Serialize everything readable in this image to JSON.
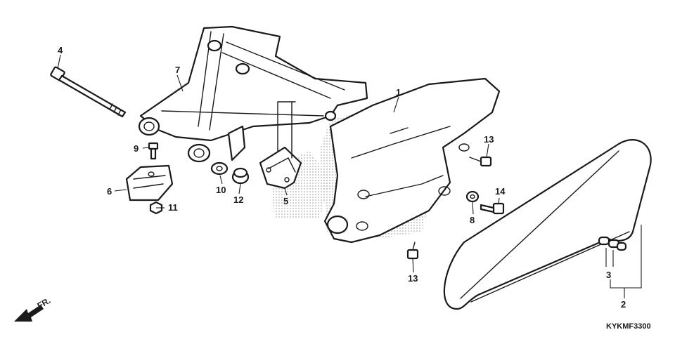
{
  "callouts": {
    "c1": "1",
    "c2": "2",
    "c3": "3",
    "c4": "4",
    "c5": "5",
    "c6": "6",
    "c7": "7",
    "c8": "8",
    "c9": "9",
    "c10": "10",
    "c11": "11",
    "c12": "12",
    "c13a": "13",
    "c13b": "13",
    "c14": "14"
  },
  "diagram_code": "KYKMF3300",
  "direction_label": "FR.",
  "colors": {
    "line": "#1a1a1a",
    "stipple": "#9a9a9a",
    "background": "#ffffff"
  }
}
